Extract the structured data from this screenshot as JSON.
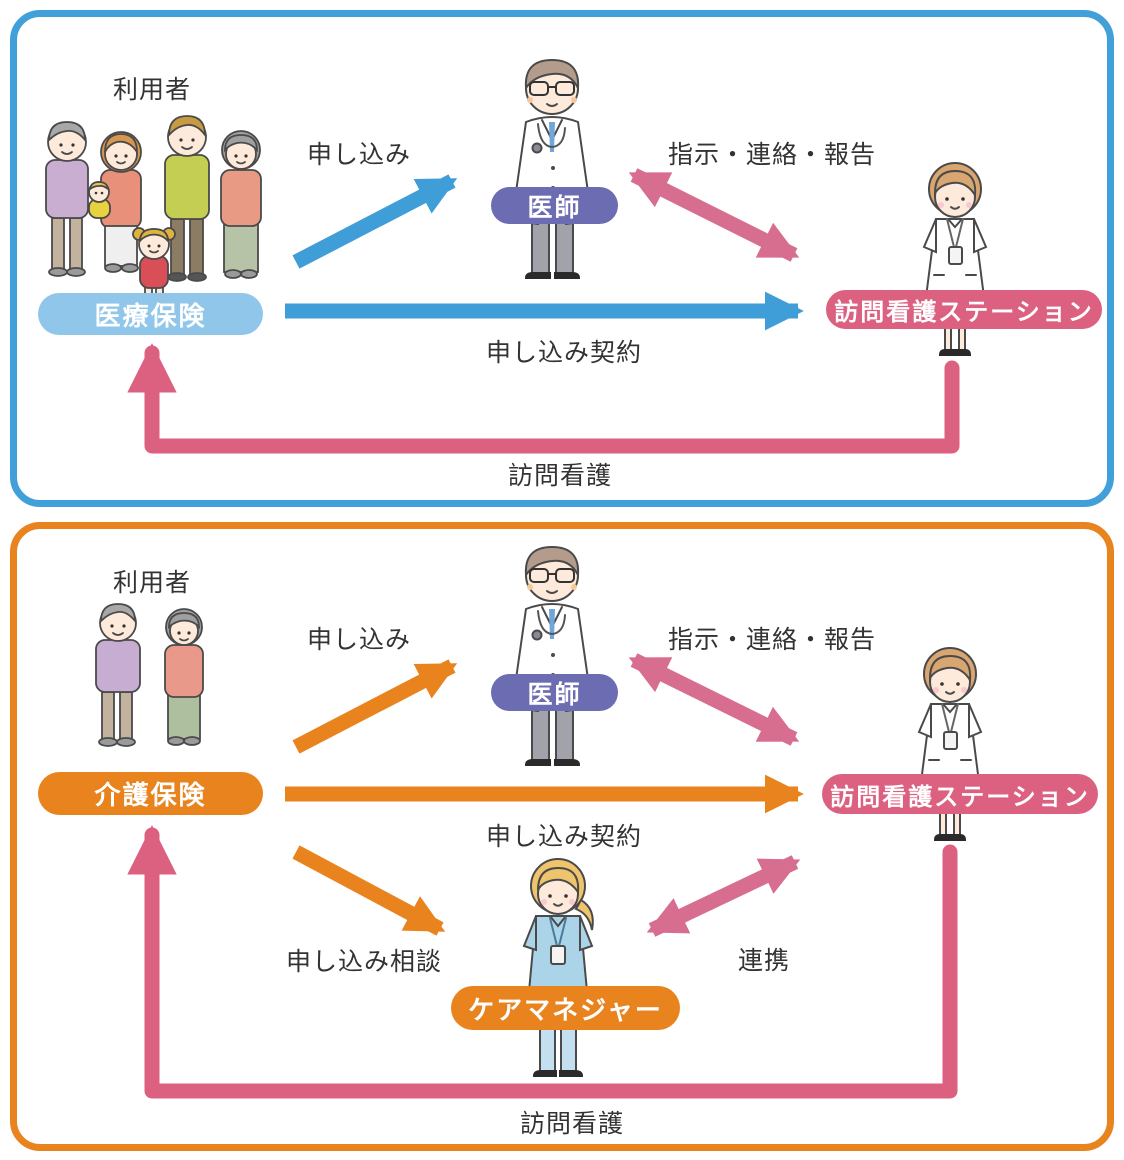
{
  "colors": {
    "panel_blue_border": "#41a0da",
    "panel_orange_border": "#e8831d",
    "blue_arrow": "#3f9dd8",
    "orange_arrow": "#e8831d",
    "pink_arrow": "#d76e90",
    "pink_return_arrow": "#dc6080",
    "badge_light_blue": "#8fc6e9",
    "badge_purple": "#6b6cb2",
    "badge_pink": "#dc6080",
    "badge_orange": "#e8831d",
    "text": "#333333"
  },
  "medical_panel": {
    "user_label": "利用者",
    "badges": {
      "payer": "医療保険",
      "doctor": "医師",
      "station": "訪問看護ステーション"
    },
    "labels": {
      "apply": "申し込み",
      "instruction": "指示・連絡・報告",
      "contract": "申し込み契約",
      "visit": "訪問看護"
    }
  },
  "care_panel": {
    "user_label": "利用者",
    "badges": {
      "payer": "介護保険",
      "doctor": "医師",
      "station": "訪問看護ステーション",
      "care_manager": "ケアマネジャー"
    },
    "labels": {
      "apply": "申し込み",
      "instruction": "指示・連絡・報告",
      "contract": "申し込み契約",
      "consult": "申し込み相談",
      "cooperation": "連携",
      "visit": "訪問看護"
    }
  }
}
